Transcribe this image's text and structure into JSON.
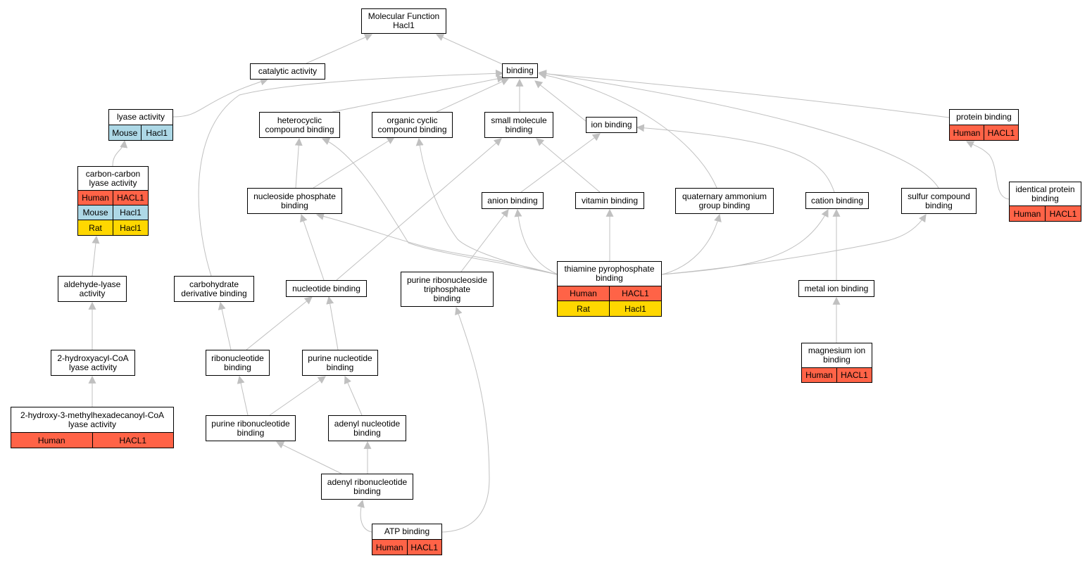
{
  "colors": {
    "edge": "#c0c0c0",
    "human": "#ff6347",
    "mouse": "#add8e6",
    "rat": "#ffd700"
  },
  "nodes": {
    "mf": "Molecular Function\nHacl1",
    "catalytic": "catalytic activity",
    "binding": "binding",
    "lyase": "lyase activity",
    "heterocyclic": "heterocyclic\ncompound binding",
    "organic_cyclic": "organic cyclic\ncompound binding",
    "small_molecule": "small molecule\nbinding",
    "ion_binding": "ion binding",
    "protein_binding": "protein binding",
    "cc_lyase": "carbon-carbon\nlyase activity",
    "nucleoside_phosphate": "nucleoside phosphate\nbinding",
    "anion": "anion binding",
    "vitamin": "vitamin binding",
    "quaternary": "quaternary ammonium\ngroup binding",
    "cation": "cation binding",
    "sulfur": "sulfur compound\nbinding",
    "identical_protein": "identical protein\nbinding",
    "aldehyde_lyase": "aldehyde-lyase\nactivity",
    "carbohydrate": "carbohydrate\nderivative binding",
    "nucleotide": "nucleotide binding",
    "purine_ribonucleoside_tp": "purine ribonucleoside\ntriphosphate\nbinding",
    "thiamine": "thiamine pyrophosphate\nbinding",
    "metal_ion": "metal ion binding",
    "hydroxyacyl": "2-hydroxyacyl-CoA\nlyase activity",
    "ribonucleotide": "ribonucleotide\nbinding",
    "purine_nucleotide": "purine nucleotide\nbinding",
    "magnesium": "magnesium ion\nbinding",
    "methylhexadecanoyl": "2-hydroxy-3-methylhexadecanoyl-CoA\nlyase activity",
    "purine_ribonucleotide": "purine ribonucleotide\nbinding",
    "adenyl_nucleotide": "adenyl nucleotide\nbinding",
    "adenyl_ribonucleotide": "adenyl ribonucleotide\nbinding",
    "atp": "ATP binding"
  },
  "annotations": {
    "lyase": [
      [
        "Mouse",
        "Hacl1"
      ]
    ],
    "protein_binding": [
      [
        "Human",
        "HACL1"
      ]
    ],
    "cc_lyase": [
      [
        "Human",
        "HACL1"
      ],
      [
        "Mouse",
        "Hacl1"
      ],
      [
        "Rat",
        "Hacl1"
      ]
    ],
    "identical_protein": [
      [
        "Human",
        "HACL1"
      ]
    ],
    "thiamine": [
      [
        "Human",
        "HACL1"
      ],
      [
        "Rat",
        "Hacl1"
      ]
    ],
    "magnesium": [
      [
        "Human",
        "HACL1"
      ]
    ],
    "methylhexadecanoyl": [
      [
        "Human",
        "HACL1"
      ]
    ],
    "atp": [
      [
        "Human",
        "HACL1"
      ]
    ]
  }
}
